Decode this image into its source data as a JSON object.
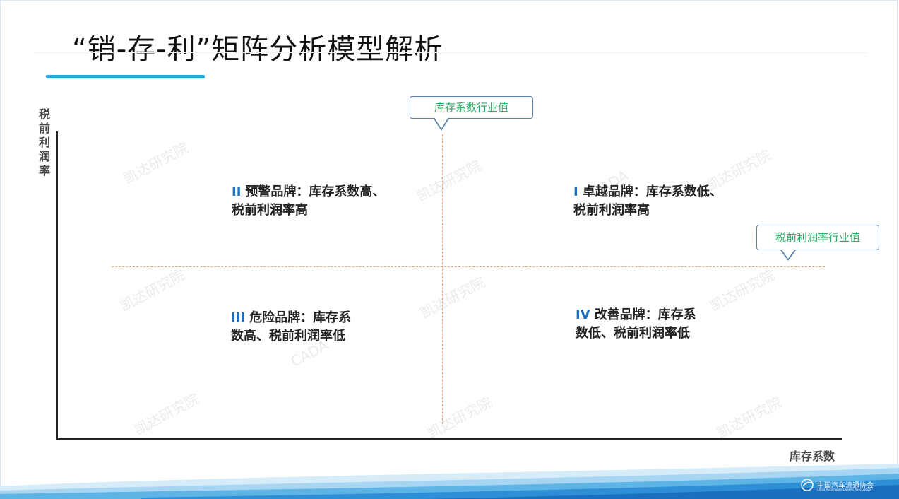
{
  "title": "“销-存-利”矩阵分析模型解析",
  "axes": {
    "y_label": "税前利润率",
    "x_label": "库存系数"
  },
  "callouts": {
    "inventory_benchmark": "库存系数行业值",
    "profit_benchmark": "税前利润率行业值"
  },
  "quadrants": {
    "q2": {
      "num": "II",
      "line1": "预警品牌：库存系数高、",
      "line2": "税前利润率高"
    },
    "q1": {
      "num": "I",
      "line1": "卓越品牌：库存系数低、",
      "line2": "税前利润率高"
    },
    "q3": {
      "num": "III",
      "line1": "危险品牌：库存系",
      "line2": "数高、税前利润率低"
    },
    "q4": {
      "num": "IV",
      "line1": "改善品牌：库存系",
      "line2": "数低、税前利润率低"
    }
  },
  "watermark": {
    "text": "凯达研究院",
    "alt": "CADA"
  },
  "footer": {
    "logo_text": "中国汽车流通协会",
    "logo_sub": "China Automobile Dealers Association"
  },
  "colors": {
    "accent": "#2aa4e8",
    "divider": "#f0a070",
    "callout_text": "#2bae66",
    "quadrant_number": "#1a6fc0"
  }
}
